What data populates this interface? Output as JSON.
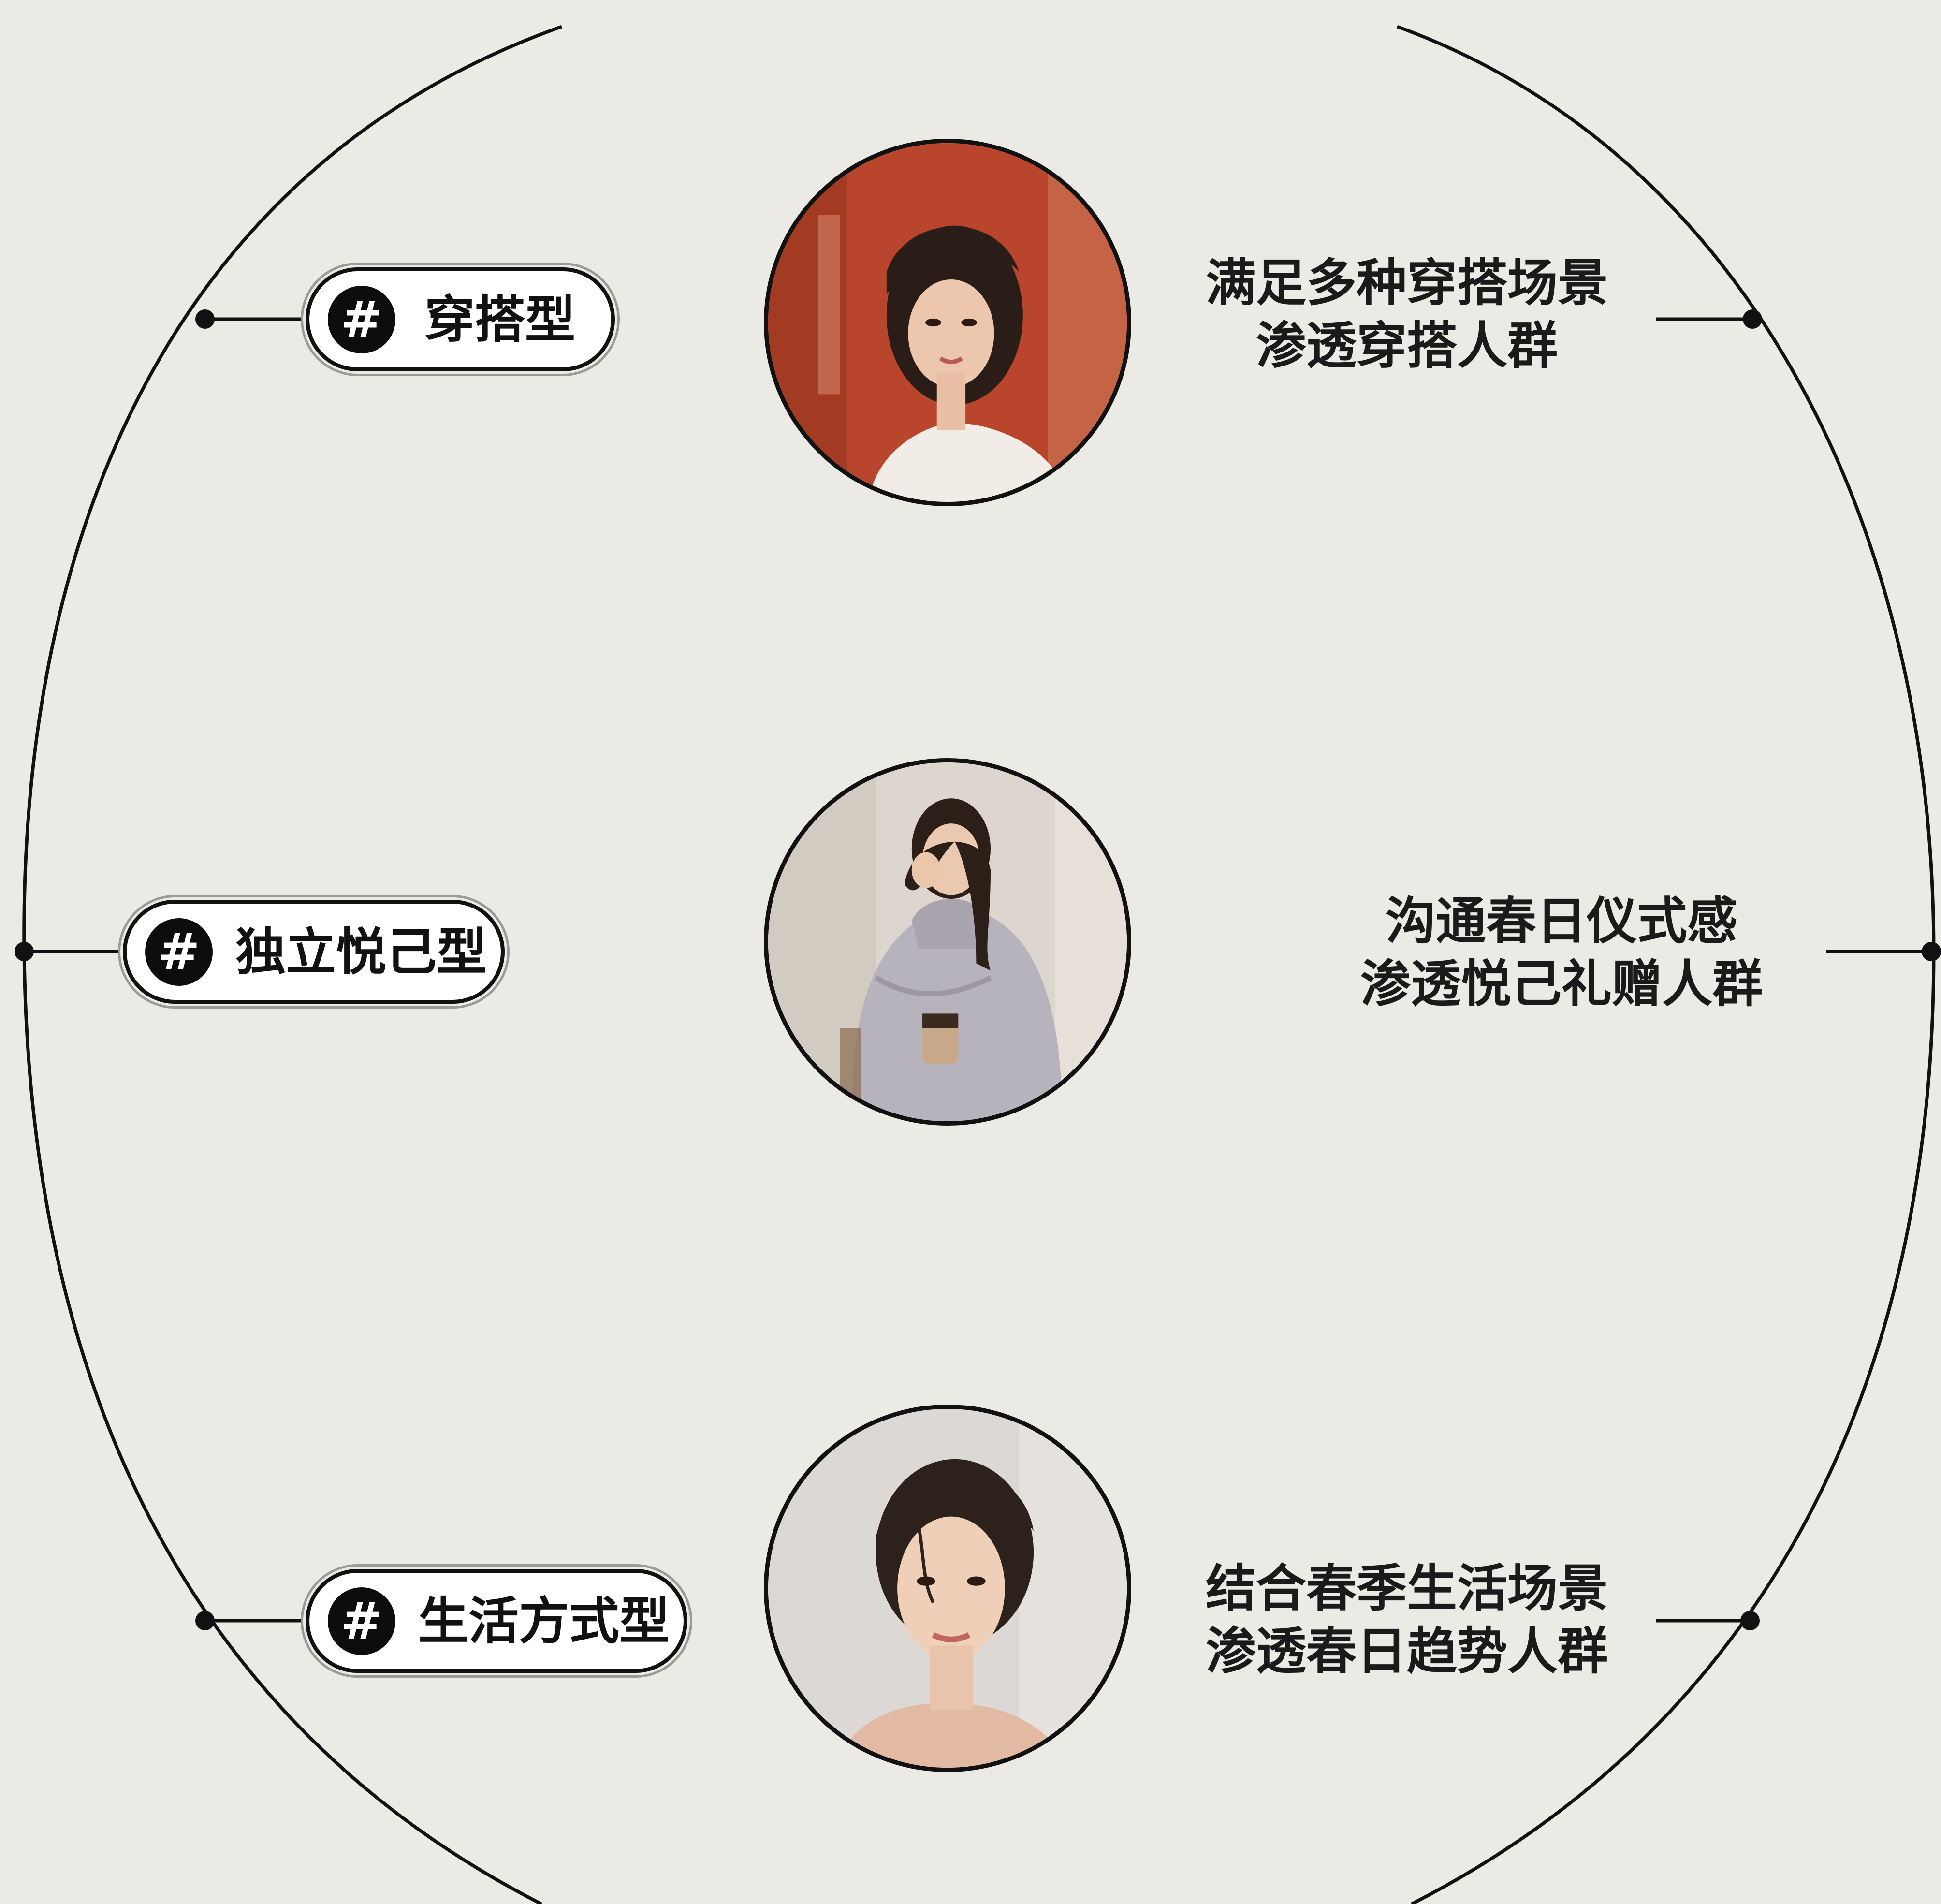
{
  "segments": [
    {
      "id": "outfit",
      "icon": "#",
      "tag": "穿搭型",
      "desc_line1": "满足多种穿搭场景",
      "desc_line2": "渗透穿搭人群",
      "photo": "woman-bob-haircut-red-background"
    },
    {
      "id": "self-pleasing",
      "icon": "#",
      "tag": "独立悦己型",
      "desc_line1": "沟通春日仪式感",
      "desc_line2": "渗透悦己礼赠人群",
      "photo": "woman-grey-sweater-holding-coffee"
    },
    {
      "id": "lifestyle",
      "icon": "#",
      "tag": "生活方式型",
      "desc_line1": "结合春季生活场景",
      "desc_line2": "渗透春日趋势人群",
      "photo": "woman-portrait-light-background"
    }
  ],
  "colors": {
    "background": "#ebeae5",
    "line": "#111111",
    "pill_fill": "#ffffff",
    "hash_circle": "#0d0d0d",
    "text": "#1a1a1a"
  }
}
